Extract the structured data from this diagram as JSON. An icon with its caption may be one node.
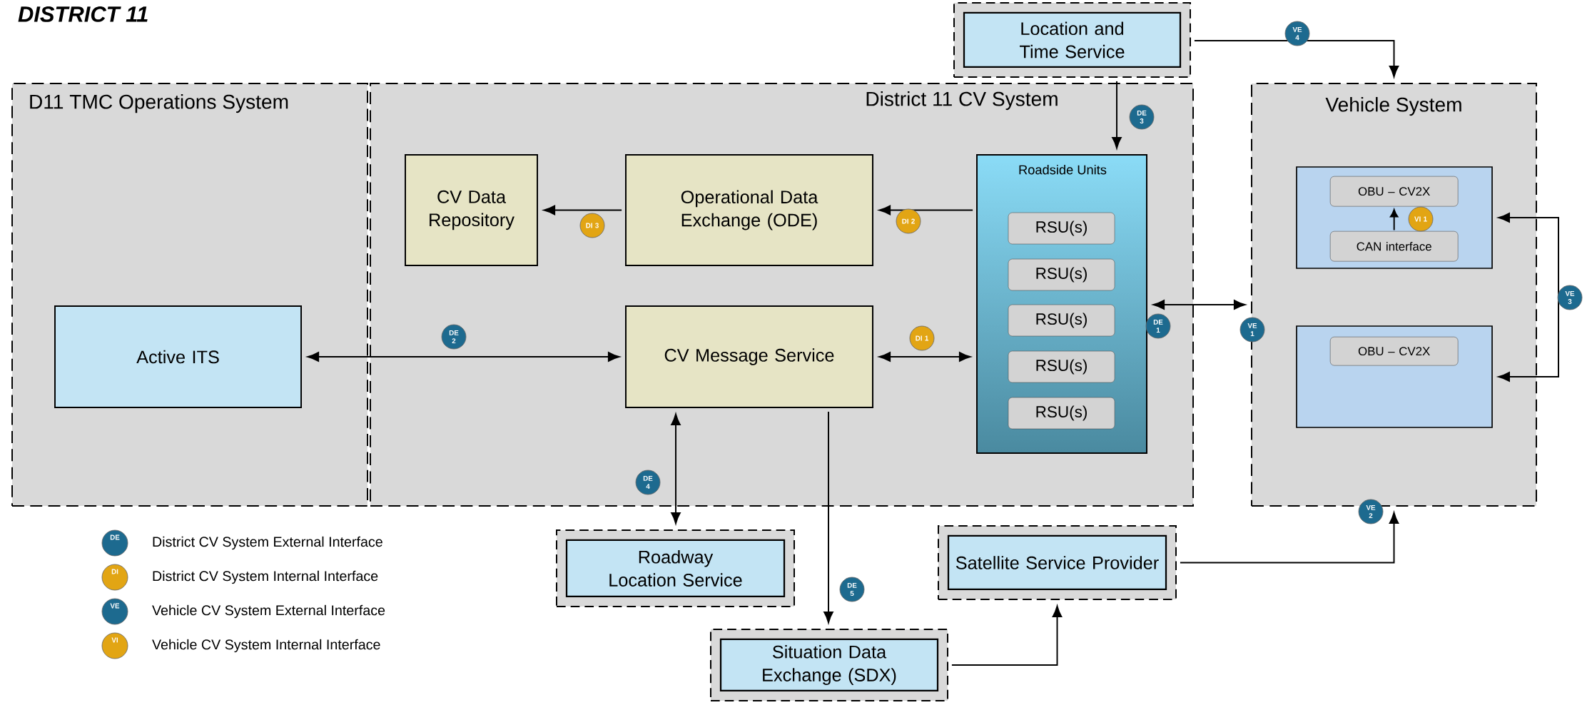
{
  "diagram": {
    "title": "DISTRICT 11",
    "nodes": [
      {
        "text": [
          "D11 TMC Operations System"
        ]
      },
      {
        "text": [
          "Active ITS"
        ],
        "in": 0
      },
      {
        "text": [
          "District 11 CV System"
        ]
      },
      {
        "text": [
          "CV Data Repository"
        ],
        "in": 2
      },
      {
        "text": [
          "Operational Data Exchange (ODE)"
        ],
        "in": 2
      },
      {
        "text": [
          "Roadside Units"
        ],
        "in": 2
      },
      {
        "text": [
          "RSU(s)"
        ],
        "in": 5
      },
      {
        "text": [
          "RSU(s)"
        ],
        "in": 5
      },
      {
        "text": [
          "RSU(s)"
        ],
        "in": 5
      },
      {
        "text": [
          "RSU(s)"
        ],
        "in": 5
      },
      {
        "text": [
          "RSU(s)"
        ],
        "in": 5
      },
      {
        "text": [
          "CV Message Service"
        ],
        "in": 2
      },
      {
        "text": [
          "Location and Time Service"
        ]
      },
      {
        "text": [
          "Vehicle System"
        ]
      },
      {
        "text": [],
        "shape": "box",
        "in": 13
      },
      {
        "text": [
          "OBU – CV2X"
        ],
        "in": 14
      },
      {
        "text": [
          "CAN interface"
        ],
        "in": 14
      },
      {
        "text": [],
        "shape": "box",
        "in": 13
      },
      {
        "text": [
          "OBU – CV2X"
        ],
        "in": 17
      },
      {
        "text": [
          "Roadway Location Service"
        ]
      },
      {
        "text": [
          "Satellite Service Provider"
        ]
      },
      {
        "text": [
          "Situation Data Exchange (SDX)"
        ]
      }
    ],
    "edges": [
      {
        "from": 4,
        "to": 3,
        "arrow": "to",
        "label": "DI 3"
      },
      {
        "from": 5,
        "to": 4,
        "arrow": "to",
        "label": "DI 2"
      },
      {
        "from": 1,
        "to": 11,
        "arrow": "both",
        "label": "DE 2"
      },
      {
        "from": 11,
        "to": 5,
        "arrow": "both",
        "label": "DI 1"
      },
      {
        "from": 12,
        "to": 5,
        "arrow": "to",
        "label": "DE 3"
      },
      {
        "from": 12,
        "to": 13,
        "arrow": "to",
        "label": "VE 4"
      },
      {
        "from": 5,
        "to": 13,
        "arrow": "both",
        "label": "DE 1"
      },
      {
        "from": 16,
        "to": 15,
        "arrow": "to",
        "label": "VI 1"
      },
      {
        "from": 14,
        "to": 17,
        "arrow": "both",
        "label": "VE 3"
      },
      {
        "from": 20,
        "to": 13,
        "arrow": "to",
        "label": "VE 2"
      },
      {
        "from": 11,
        "to": 19,
        "arrow": "both",
        "label": "DE 4"
      },
      {
        "from": 11,
        "to": 21,
        "arrow": "to",
        "label": "DE 5"
      },
      {
        "from": 21,
        "to": 20,
        "arrow": "to"
      }
    ],
    "labels": [
      "VE 1",
      "DE",
      "DI",
      "VE",
      "VI"
    ],
    "legend": [
      {
        "text": "District CV System External Interface",
        "color": "#1d6a8f"
      },
      {
        "text": "District CV System Internal Interface",
        "color": "#e2a514"
      },
      {
        "text": "Vehicle CV System External Interface",
        "color": "#1d6a8f"
      },
      {
        "text": "Vehicle CV System Internal Interface",
        "color": "#e2a514"
      }
    ]
  }
}
